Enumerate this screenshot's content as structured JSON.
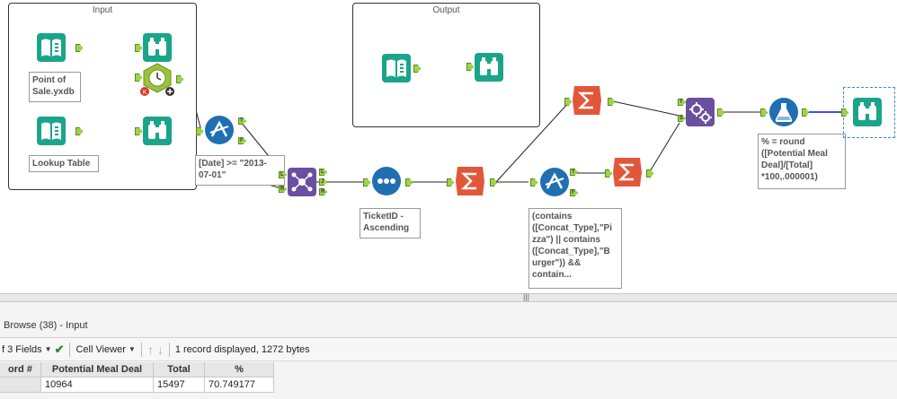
{
  "canvas": {
    "containers": {
      "input_title": "Input",
      "output_title": "Output"
    },
    "annotations": {
      "point_of_sale": "Point of\nSale.yxdb",
      "lookup_table": "Lookup Table",
      "filter_date": "[Date] >= \"2013-\n07-01\"",
      "sort": "TicketID -\nAscending",
      "filter_concat": "(contains\n([Concat_Type],\"Pi\nzza\") || contains\n([Concat_Type],\"B\nurger\")) &&\ncontain...",
      "formula": "% = round\n([Potential Meal\nDeal]/[Total]\n*100,.000001)"
    },
    "anchor_labels": {
      "true": "T",
      "false": "F",
      "left": "L",
      "join": "J",
      "right": "R",
      "target": "T",
      "source": "S"
    }
  },
  "splitter": {
    "grip": "|||"
  },
  "results": {
    "title": "Browse (38) - Input",
    "toolbar": {
      "fields_label": "f 3 Fields",
      "cell_viewer_label": "Cell Viewer",
      "up_arrow": "↑",
      "down_arrow": "↓",
      "status": "1 record displayed, 1272 bytes"
    },
    "columns": [
      "ord #",
      "Potential Meal Deal",
      "Total",
      "%"
    ],
    "rows": [
      [
        "",
        "10964",
        "15497",
        "70.749177"
      ]
    ]
  },
  "colors": {
    "teal": "#1aa58a",
    "blue": "#1f6fb2",
    "orange": "#e2573a",
    "purple": "#6b4fa0",
    "anchor_green": "#9fd44a",
    "browse_line": "#4a4ae8"
  },
  "icons": {
    "input_data": "book-icon",
    "browse": "binoculars-icon",
    "filter": "filter-icon",
    "join": "join-icon",
    "sort": "sort-icon",
    "summarize": "summarize-sigma-icon",
    "append": "append-fields-icon",
    "formula": "formula-flask-icon",
    "date_time": "datetime-icon"
  }
}
